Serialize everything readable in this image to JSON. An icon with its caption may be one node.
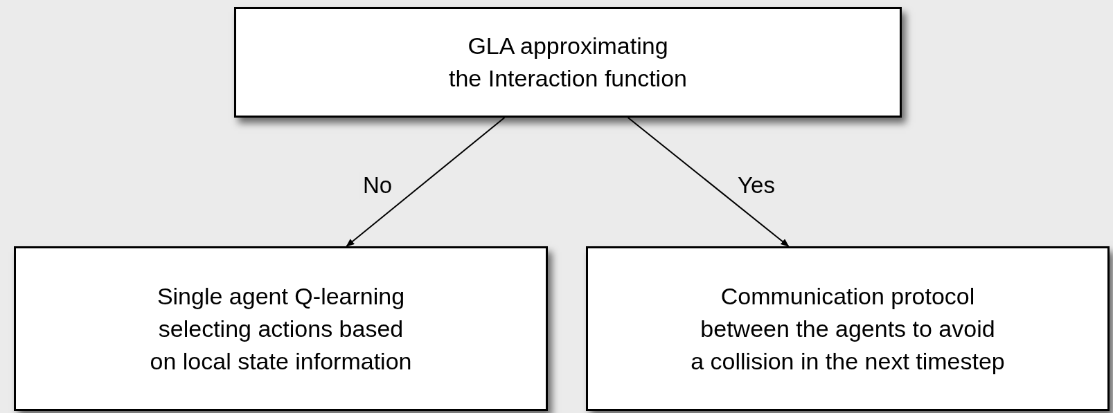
{
  "diagram": {
    "nodes": [
      {
        "text": [
          "GLA approximating the Interaction function"
        ]
      },
      {
        "text": [
          "Single agent Q-learning selecting actions based on local state information"
        ]
      },
      {
        "text": [
          "Communication protocol between the agents to avoid a collision in the next timestep"
        ]
      }
    ],
    "edges": [
      {
        "from": 0,
        "to": 1,
        "arrow": "to",
        "label": "No"
      },
      {
        "from": 0,
        "to": 2,
        "arrow": "to",
        "label": "Yes"
      }
    ]
  }
}
